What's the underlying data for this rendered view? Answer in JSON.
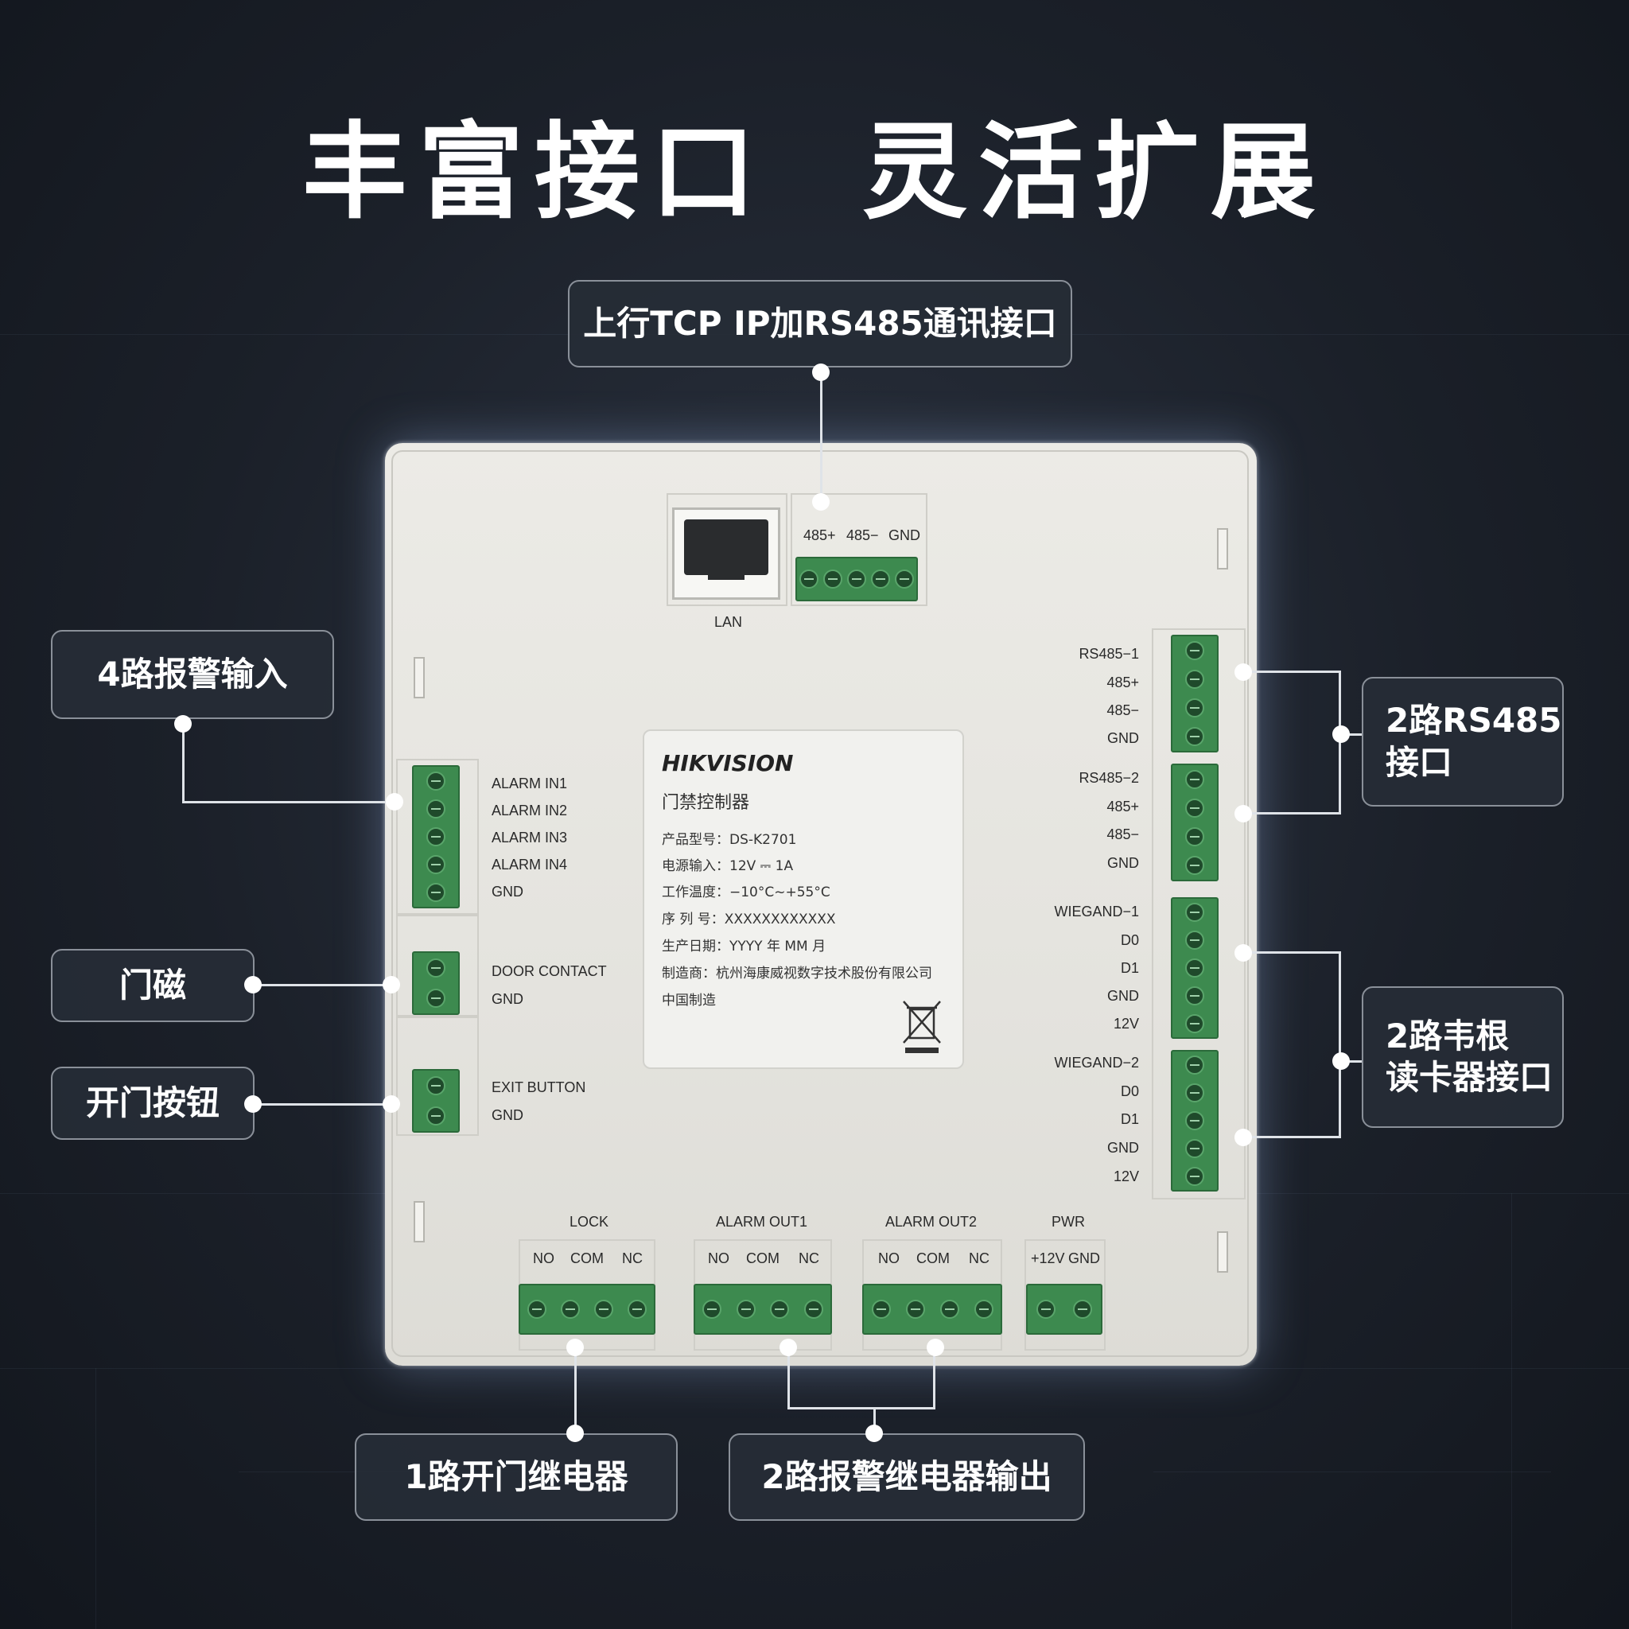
{
  "title": "丰富接口  灵活扩展",
  "callouts": {
    "top": "上行TCP IP加RS485通讯接口",
    "alarm_in": "4路报警输入",
    "door": "门磁",
    "exit": "开门按钮",
    "rs485": "2路RS485\n接口",
    "wiegand": "2路韦根\n读卡器接口",
    "lock": "1路开门继电器",
    "alarm_out": "2路报警继电器输出"
  },
  "device": {
    "lan": "LAN",
    "top_terminal": [
      "485+",
      "485−",
      "GND"
    ],
    "left_groups": {
      "alarm": [
        "ALARM IN1",
        "ALARM IN2",
        "ALARM IN3",
        "ALARM IN4",
        "GND"
      ],
      "door": [
        "DOOR CONTACT",
        "GND"
      ],
      "exit": [
        "EXIT BUTTON",
        "GND"
      ]
    },
    "right_groups": {
      "rs485_1": [
        "RS485−1",
        "485+",
        "485−",
        "GND"
      ],
      "rs485_2": [
        "RS485−2",
        "485+",
        "485−",
        "GND"
      ],
      "wiegand_1": [
        "WIEGAND−1",
        "D0",
        "D1",
        "GND",
        "12V"
      ],
      "wiegand_2": [
        "WIEGAND−2",
        "D0",
        "D1",
        "GND",
        "12V"
      ]
    },
    "bottom_groups": {
      "lock": {
        "name": "LOCK",
        "pins": [
          "NO",
          "COM",
          "NC"
        ]
      },
      "alarm_out1": {
        "name": "ALARM OUT1",
        "pins": [
          "NO",
          "COM",
          "NC"
        ]
      },
      "alarm_out2": {
        "name": "ALARM OUT2",
        "pins": [
          "NO",
          "COM",
          "NC"
        ]
      },
      "pwr": {
        "name": "PWR",
        "pins": [
          "+12V",
          "GND"
        ]
      }
    },
    "plate": {
      "brand": "HIKVISION",
      "product": "门禁控制器",
      "model": "产品型号：DS-K2701",
      "power": "电源输入：12V ⎓ 1A",
      "temp": "工作温度：−10°C~+55°C",
      "serial": "序  列  号：XXXXXXXXXXXX",
      "date": "生产日期：YYYY 年 MM 月",
      "maker": "制造商：杭州海康威视数字技术股份有限公司",
      "origin": "中国制造"
    }
  },
  "colors": {
    "terminal_green": "#3d8a4f",
    "background": "#1b2029",
    "callout_border": "#8a9099"
  }
}
